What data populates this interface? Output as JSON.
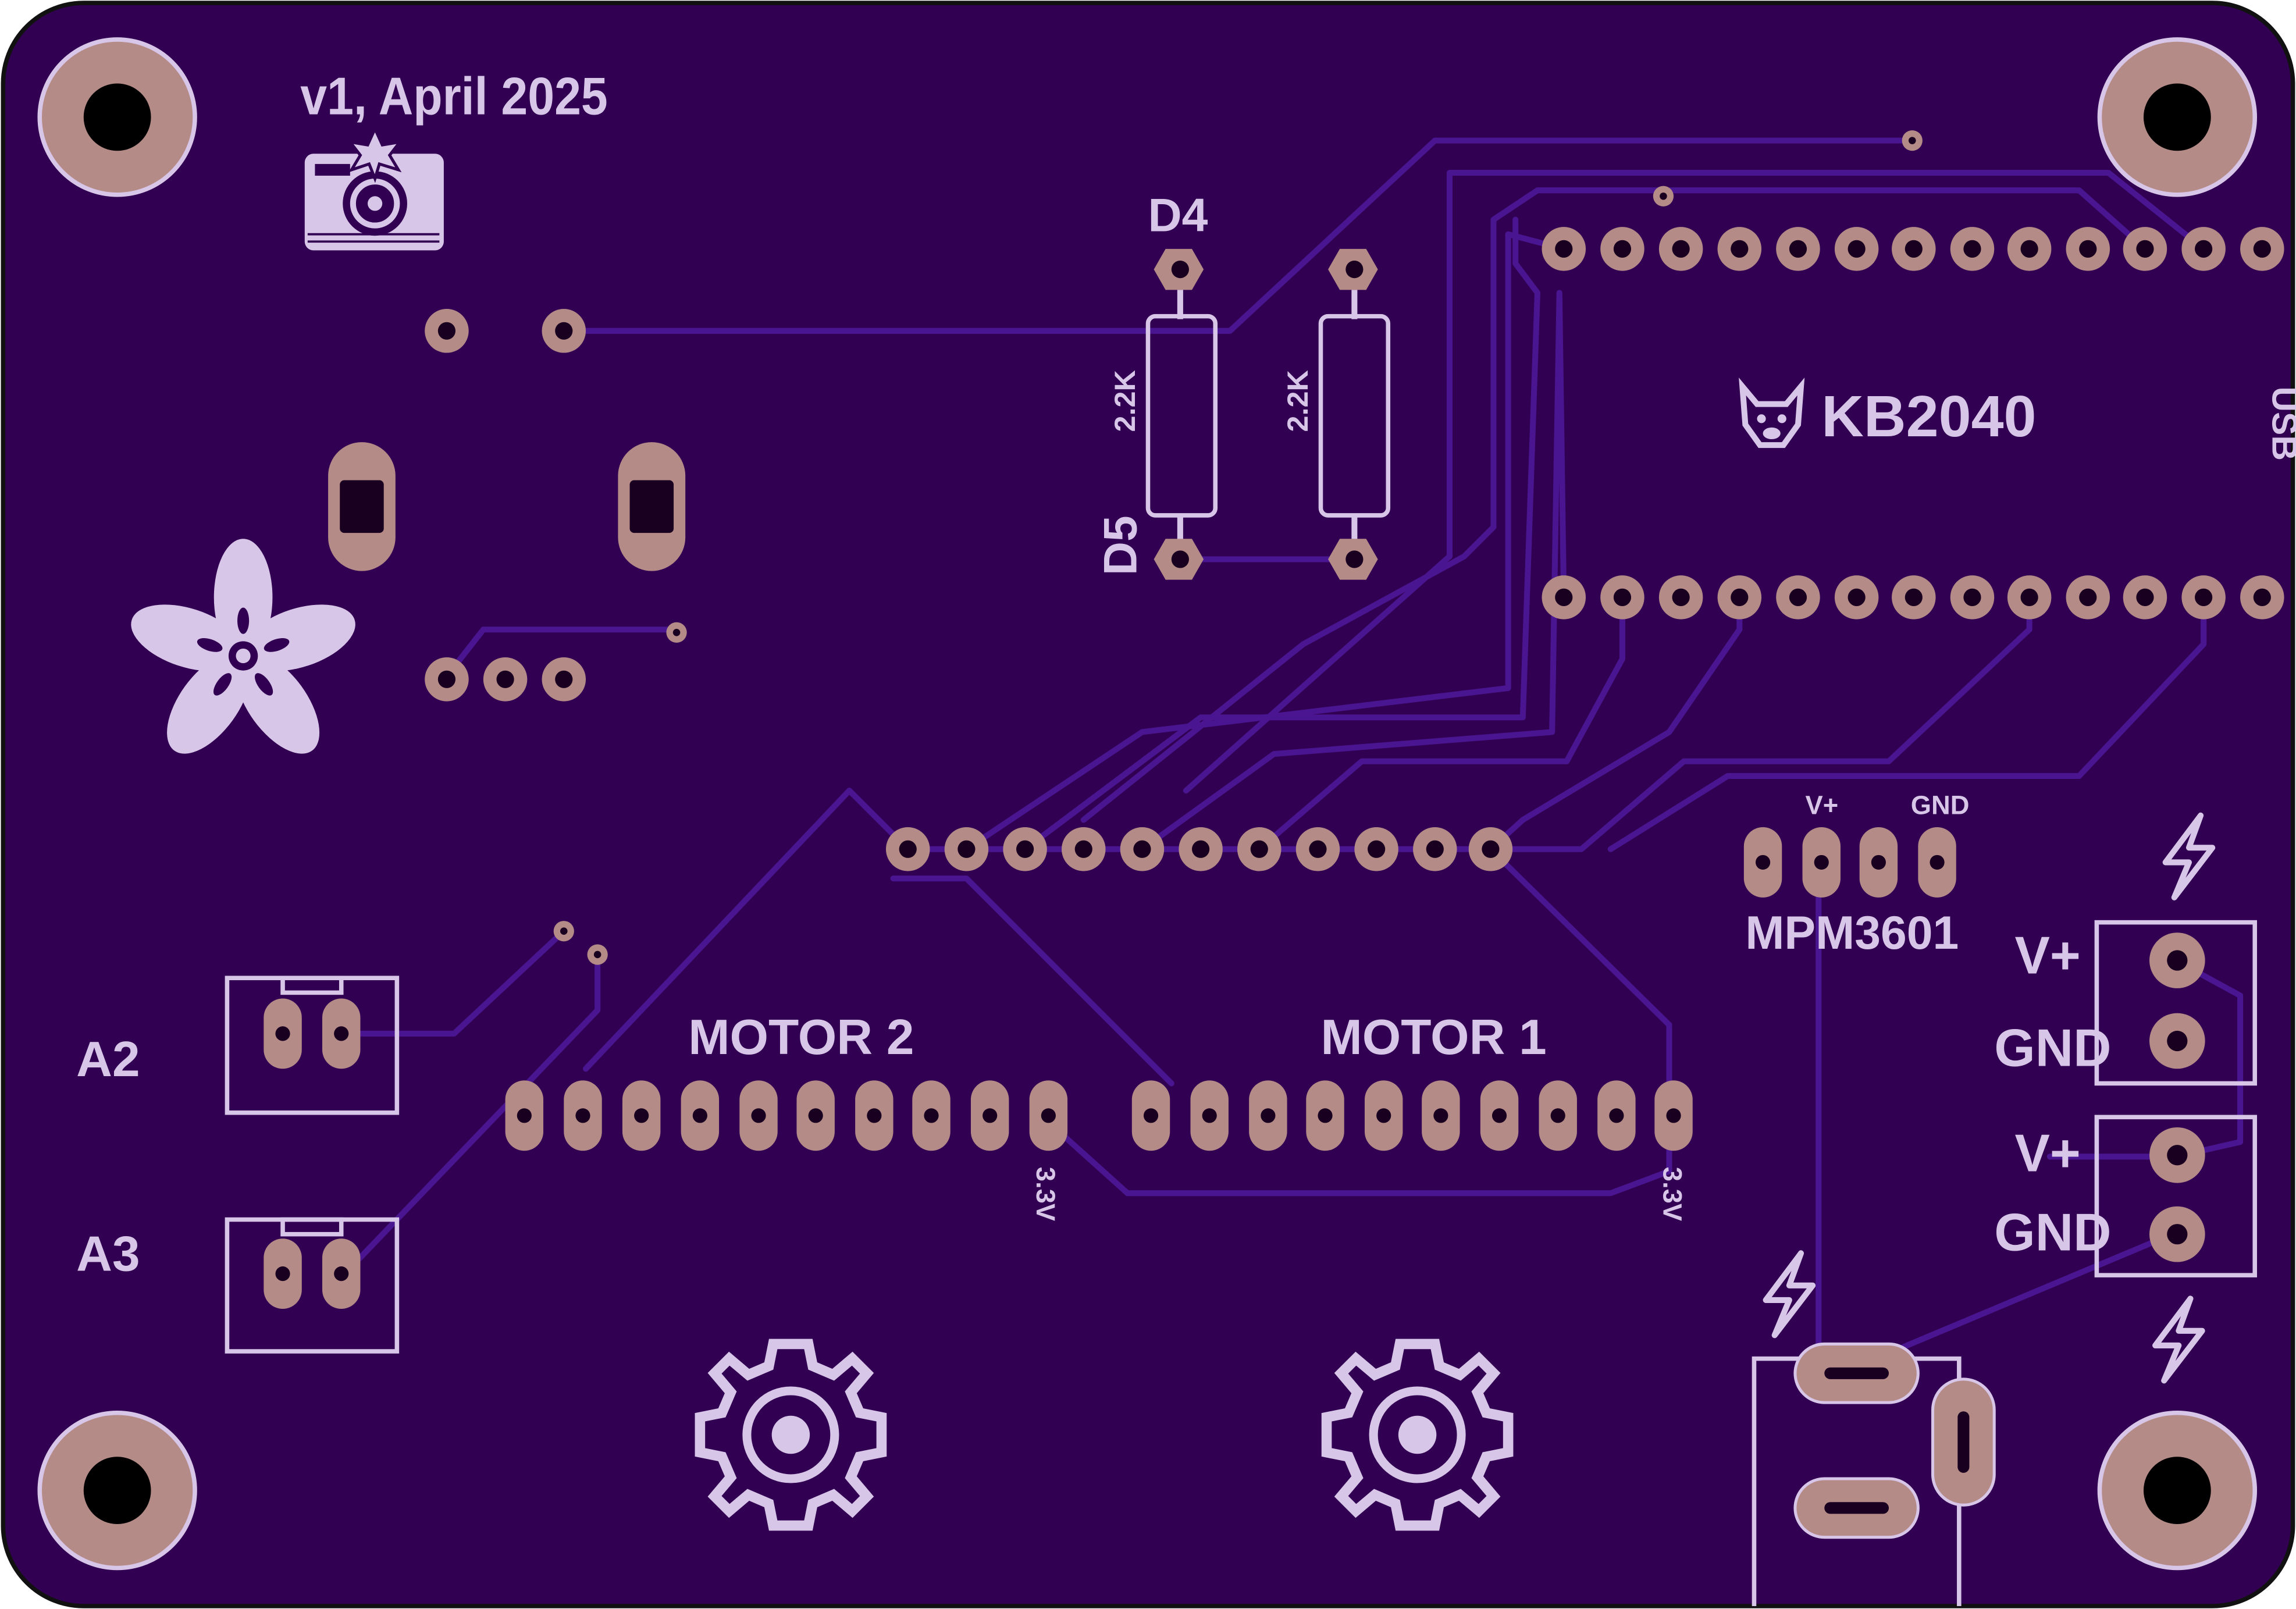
{
  "colors": {
    "board": "#320052",
    "board_outline": "#111111",
    "trace": "#4a1590",
    "silkscreen": "#d8c6e8",
    "copper_pad": "#b58b87",
    "drill_hole": "#1a0020"
  },
  "board": {
    "version_label": "v1, April 2025",
    "icons": [
      "camera-icon",
      "adafruit-flower-logo",
      "kb2040-logo",
      "lightning-icon",
      "gear-icon"
    ]
  },
  "resistors": {
    "r1_value": "2.2K",
    "r2_value": "2.2K",
    "d4_label": "D4",
    "d5_label": "D5"
  },
  "kb2040": {
    "label": "KB2040",
    "usb_label": "USB",
    "pins_per_row": 13
  },
  "regulator": {
    "label": "MPM3601",
    "vplus_label": "V+",
    "gnd_label": "GND"
  },
  "motors": {
    "motor2_label": "MOTOR 2",
    "motor1_label": "MOTOR 1",
    "motor2_voltage": "3.3V",
    "motor1_voltage": "3.3V",
    "pins_per_header": 10
  },
  "analog": {
    "a2_label": "A2",
    "a3_label": "A3"
  },
  "power_terminals": {
    "t1_vplus": "V+",
    "t1_gnd": "GND",
    "t2_vplus": "V+",
    "t2_gnd": "GND"
  },
  "breakout_header": {
    "pin_count": 11
  }
}
